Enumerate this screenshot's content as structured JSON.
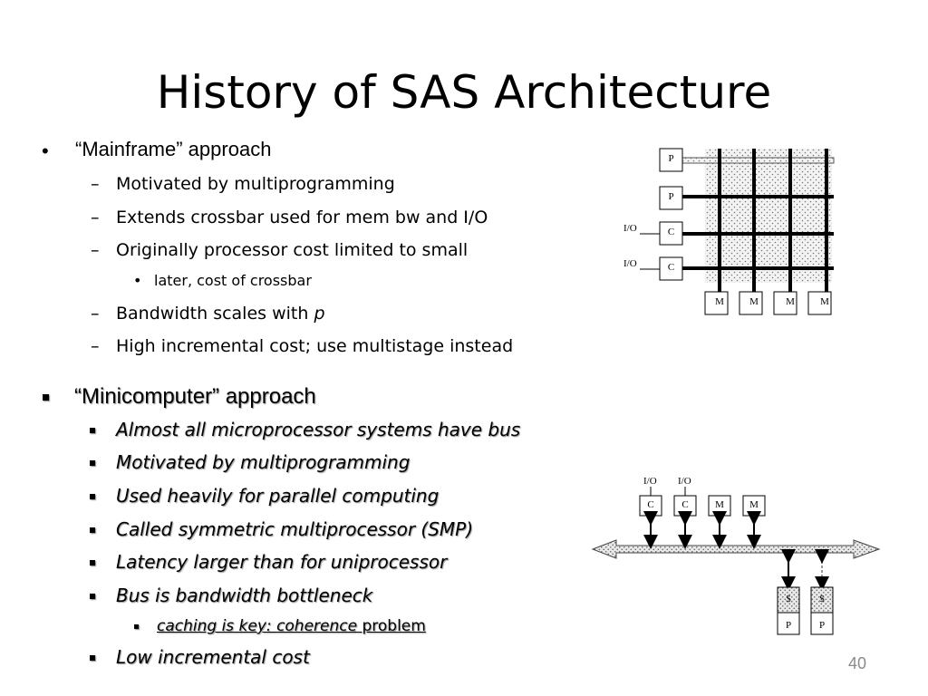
{
  "title": "History of SAS Architecture",
  "mainframe": {
    "heading": "“Mainframe” approach",
    "items": [
      "Motivated by multiprogramming",
      "Extends crossbar used for mem bw and I/O",
      "Originally processor cost limited to small",
      "later, cost of crossbar",
      "Bandwidth scales with ",
      "p",
      "High incremental cost; use multistage instead"
    ],
    "bullets": {
      "level1": "•",
      "level2": "–",
      "level3": "•"
    }
  },
  "minicomputer": {
    "heading": "“Minicomputer” approach",
    "items": [
      "Almost all microprocessor systems have bus",
      "Motivated by multiprogramming",
      "Used heavily for parallel computing",
      "Called symmetric multiprocessor (SMP)",
      "Latency larger than for uniprocessor",
      "Bus is bandwidth bottleneck",
      "Low incremental cost"
    ],
    "sub": {
      "pre": "caching is key: ",
      "em": "coherence",
      "post": " problem"
    }
  },
  "crossbar_diagram": {
    "left_labels": [
      "P",
      "P",
      "C",
      "C"
    ],
    "io_labels": [
      "I/O",
      "I/O"
    ],
    "memory_labels": [
      "M",
      "M",
      "M",
      "M"
    ]
  },
  "bus_diagram": {
    "io_labels": [
      "I/O",
      "I/O"
    ],
    "top_boxes": [
      "C",
      "C",
      "M",
      "M"
    ],
    "cache_labels": [
      "$",
      "$"
    ],
    "proc_labels": [
      "P",
      "P"
    ]
  },
  "page_number": "40"
}
